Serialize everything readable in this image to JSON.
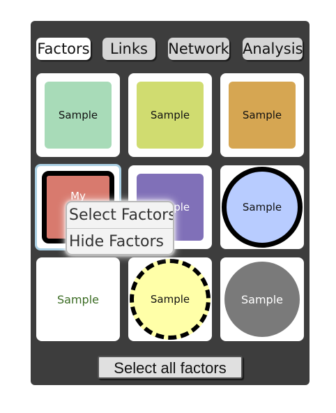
{
  "tabs": [
    {
      "label": "Factors",
      "active": true
    },
    {
      "label": "Links",
      "active": false
    },
    {
      "label": "Network",
      "active": false
    },
    {
      "label": "Analysis",
      "active": false
    }
  ],
  "samples": [
    {
      "label": "Sample",
      "fill": "#a8dbb8",
      "shape": "rounded-square",
      "text_color": "#111111"
    },
    {
      "label": "Sample",
      "fill": "#d0dc70",
      "shape": "rounded-square",
      "text_color": "#111111"
    },
    {
      "label": "Sample",
      "fill": "#d6a652",
      "shape": "rounded-square",
      "text_color": "#111111"
    },
    {
      "label": "My",
      "fill": "#d87a6e",
      "shape": "rounded-square",
      "border": "solid black thick",
      "selected": true,
      "text_color": "#ffffff"
    },
    {
      "label": "Sample",
      "fill": "#8070b8",
      "shape": "rounded-square",
      "text_color": "#ffffff"
    },
    {
      "label": "Sample",
      "fill": "#b8ccff",
      "shape": "circle",
      "border": "solid black thick",
      "text_color": "#111111"
    },
    {
      "label": "Sample",
      "fill": "#ffffff",
      "shape": "none",
      "text_color": "#3a6b22"
    },
    {
      "label": "Sample",
      "fill": "#ffffa8",
      "shape": "circle",
      "border": "dashed black",
      "text_color": "#111111"
    },
    {
      "label": "Sample",
      "fill": "#7a7a7a",
      "shape": "circle",
      "text_color": "#ffffff"
    }
  ],
  "context_menu": {
    "items": [
      "Select Factors",
      "Hide Factors"
    ]
  },
  "select_all_label": "Select all factors"
}
